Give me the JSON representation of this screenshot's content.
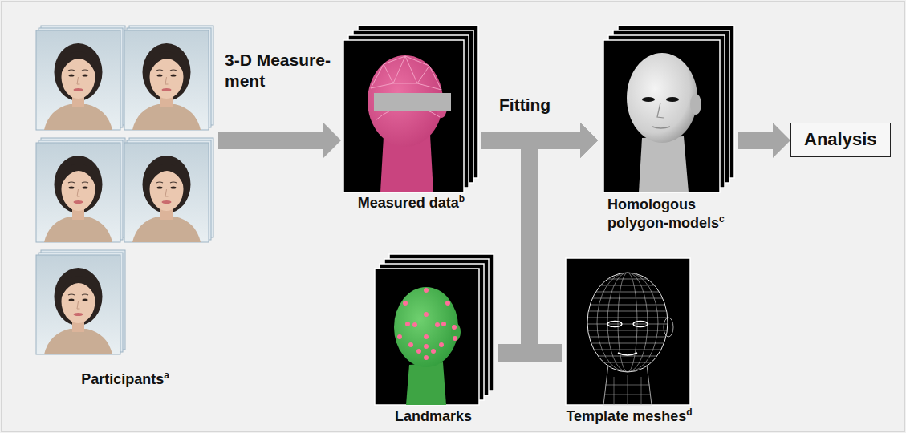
{
  "diagram": {
    "nodes": [
      {
        "text": [
          "Participants",
          "a"
        ]
      },
      {
        "text": [
          "Measured data",
          "b"
        ]
      },
      {
        "text": [
          "Homologous polygon-models",
          "c"
        ]
      },
      {
        "text": [
          "Analysis"
        ]
      },
      {
        "text": [
          "Landmarks"
        ]
      },
      {
        "text": [
          "Template meshes",
          "d"
        ]
      }
    ],
    "edges": [
      {
        "from": 0,
        "to": 1,
        "arrow": "to",
        "label": "3-D Measure- ment"
      },
      {
        "from": 1,
        "to": 2,
        "arrow": "to",
        "label": "Fitting"
      },
      {
        "from": 2,
        "to": 3,
        "arrow": "to"
      },
      {
        "from": 4,
        "to": 2,
        "arrow": "to"
      },
      {
        "from": 5,
        "to": 2,
        "arrow": "to"
      }
    ]
  }
}
